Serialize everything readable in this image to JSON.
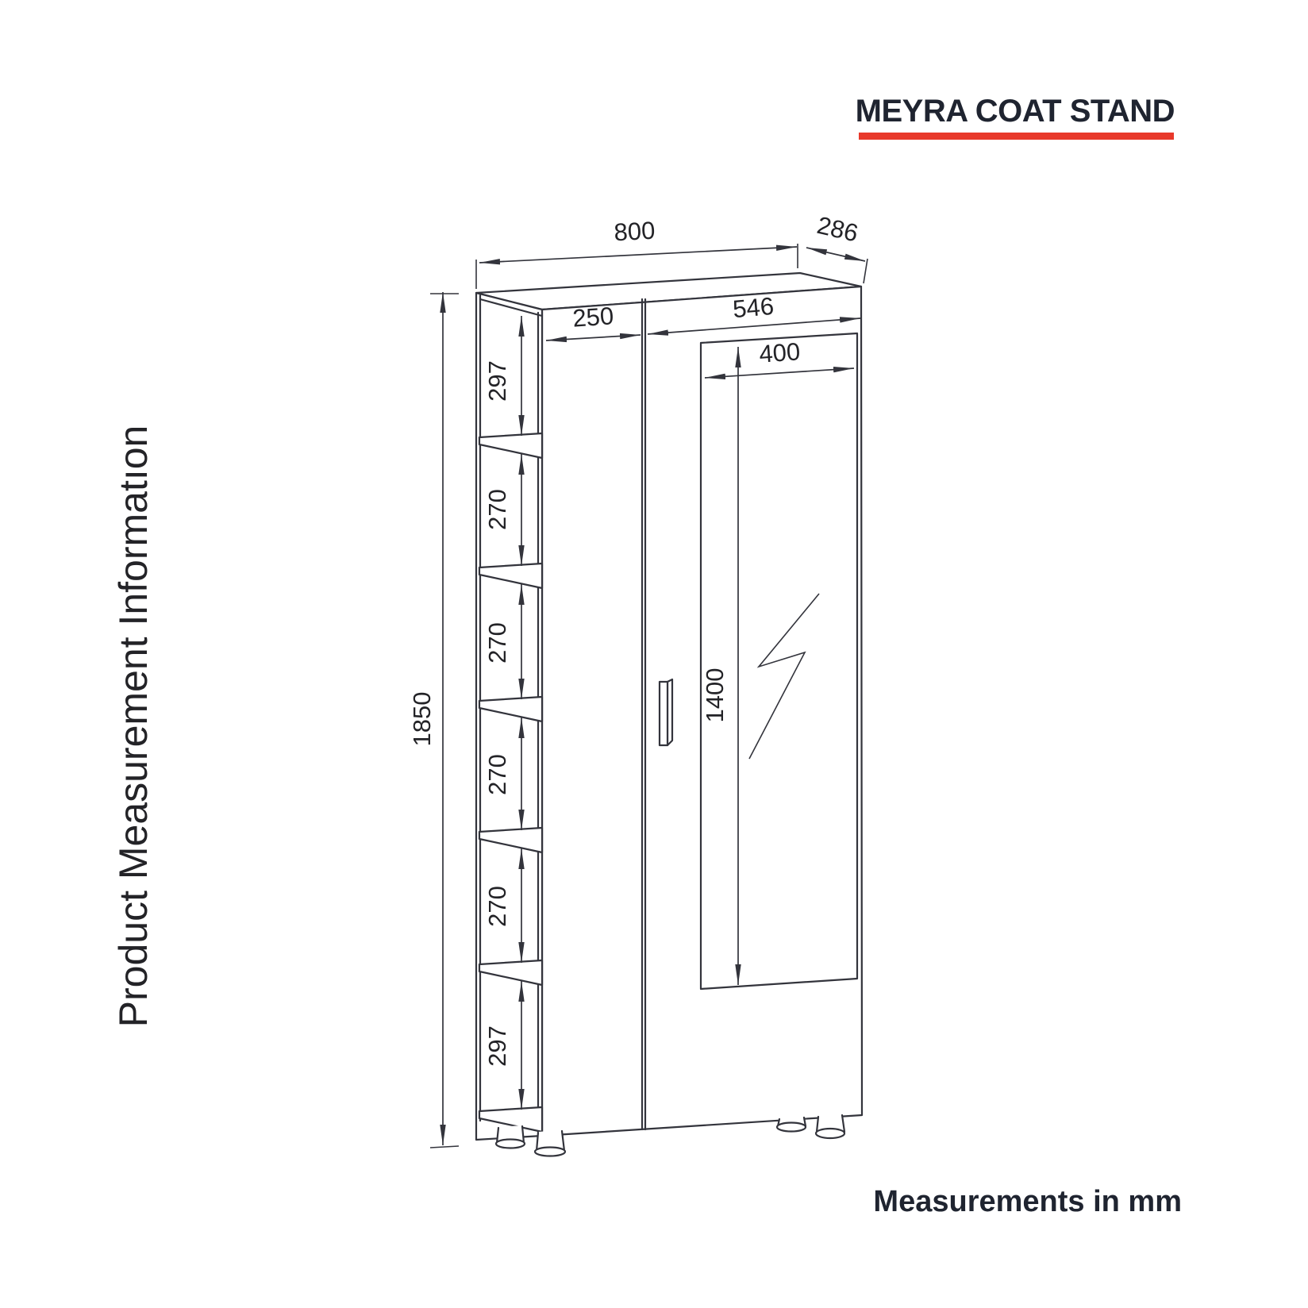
{
  "header": {
    "title": "MEYRA COAT STAND"
  },
  "sidebar_label": "Product Measurement Informatıon",
  "footer": {
    "note": "Measurements in mm"
  },
  "colors": {
    "accent": "#e8392b",
    "line": "#33343c",
    "text": "#232327"
  },
  "dimensions": {
    "total_width": "800",
    "depth": "286",
    "left_door_width": "250",
    "right_door_width": "546",
    "mirror_width": "400",
    "mirror_height": "1400",
    "total_height": "1850",
    "shelf_gaps": [
      "297",
      "270",
      "270",
      "270",
      "270",
      "297"
    ]
  }
}
